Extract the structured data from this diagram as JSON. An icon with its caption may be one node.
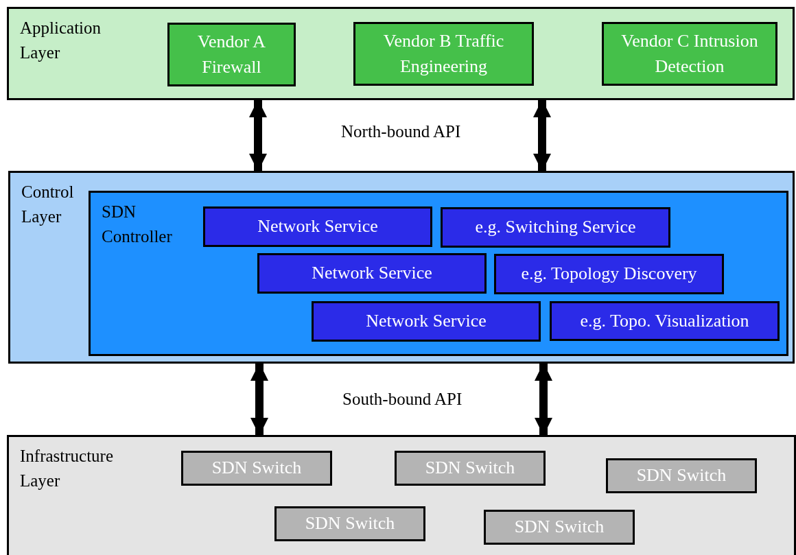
{
  "diagram": {
    "nodes": [
      {
        "text": [
          "Application Layer"
        ]
      },
      {
        "text": [
          "Vendor A Firewall"
        ],
        "in": 0
      },
      {
        "text": [
          "Vendor B Traffic Engineering"
        ],
        "in": 0
      },
      {
        "text": [
          "Vendor C Intrusion Detection"
        ],
        "in": 0
      },
      {
        "text": [
          "Control Layer"
        ]
      },
      {
        "text": [
          "SDN Controller"
        ],
        "in": 4
      },
      {
        "text": [
          "Network Service"
        ],
        "in": 5
      },
      {
        "text": [
          "e.g. Switching Service"
        ],
        "in": 5
      },
      {
        "text": [
          "Network Service"
        ],
        "in": 5
      },
      {
        "text": [
          "e.g. Topology Discovery"
        ],
        "in": 5
      },
      {
        "text": [
          "Network Service"
        ],
        "in": 5
      },
      {
        "text": [
          "e.g. Topo. Visualization"
        ],
        "in": 5
      },
      {
        "text": [
          "Infrastructure Layer"
        ]
      },
      {
        "text": [
          "SDN Switch"
        ],
        "in": 12
      },
      {
        "text": [
          "SDN Switch"
        ],
        "in": 12
      },
      {
        "text": [
          "SDN Switch"
        ],
        "in": 12
      },
      {
        "text": [
          "SDN Switch"
        ],
        "in": 12
      },
      {
        "text": [
          "SDN Switch"
        ],
        "in": 12
      }
    ],
    "edges": [
      {
        "from": 0,
        "to": 4,
        "arrow": "both"
      },
      {
        "from": 0,
        "to": 4,
        "arrow": "both"
      },
      {
        "from": 4,
        "to": 12,
        "arrow": "both"
      },
      {
        "from": 4,
        "to": 12,
        "arrow": "both"
      }
    ],
    "labels": [
      "North-bound API",
      "South-bound API"
    ]
  }
}
